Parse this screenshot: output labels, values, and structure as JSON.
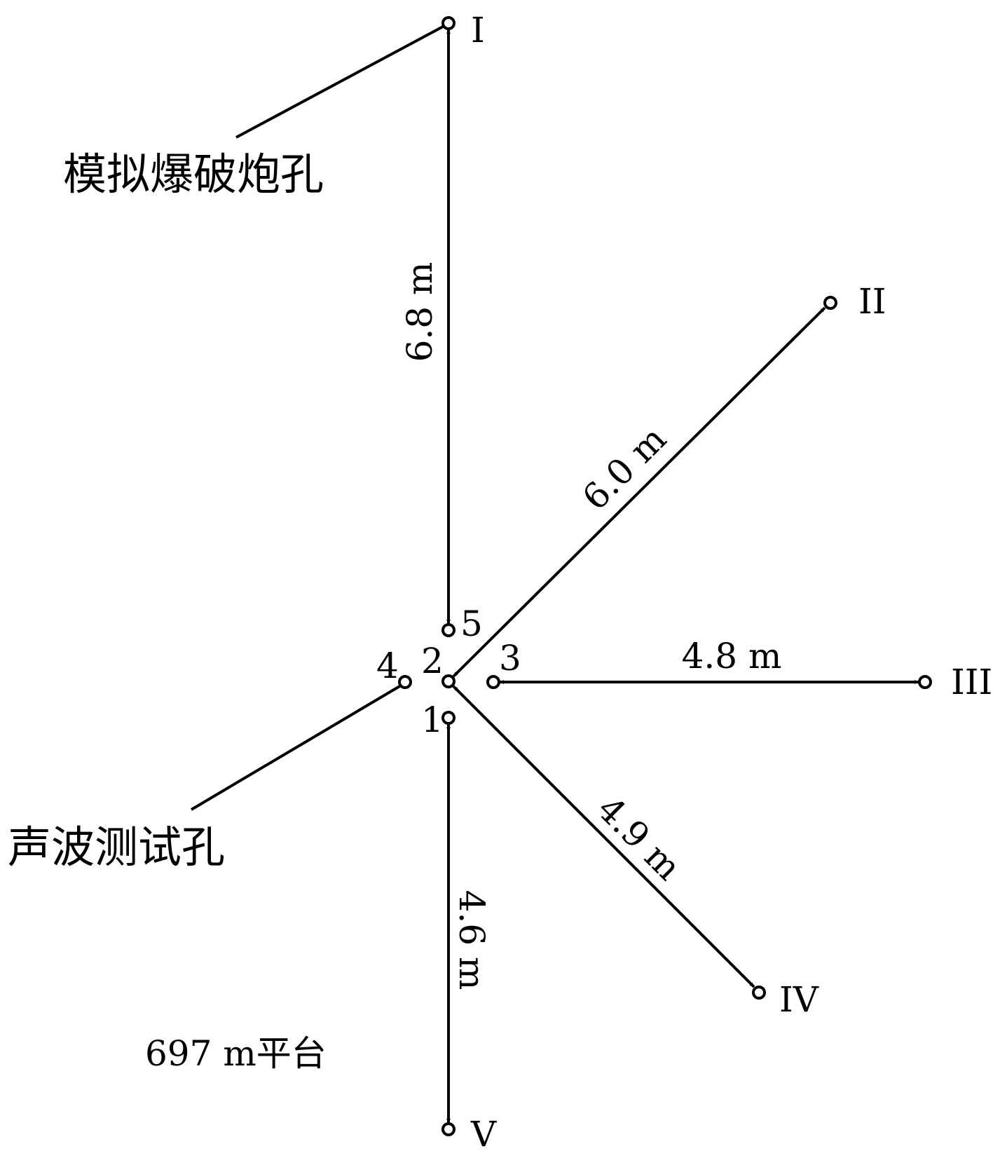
{
  "labels": {
    "blast_hole": "模拟爆破炮孔",
    "sonic_hole": "声波测试孔",
    "platform": "697 m平台"
  },
  "blast_holes": [
    "I",
    "II",
    "III",
    "IV",
    "V"
  ],
  "test_holes": [
    "1",
    "2",
    "3",
    "4",
    "5"
  ],
  "distances": {
    "I": "6.8 m",
    "II": "6.0 m",
    "III": "4.8 m",
    "IV": "4.9 m",
    "V": "4.6 m"
  },
  "colors": {
    "line": "#000000",
    "background": "#ffffff"
  }
}
